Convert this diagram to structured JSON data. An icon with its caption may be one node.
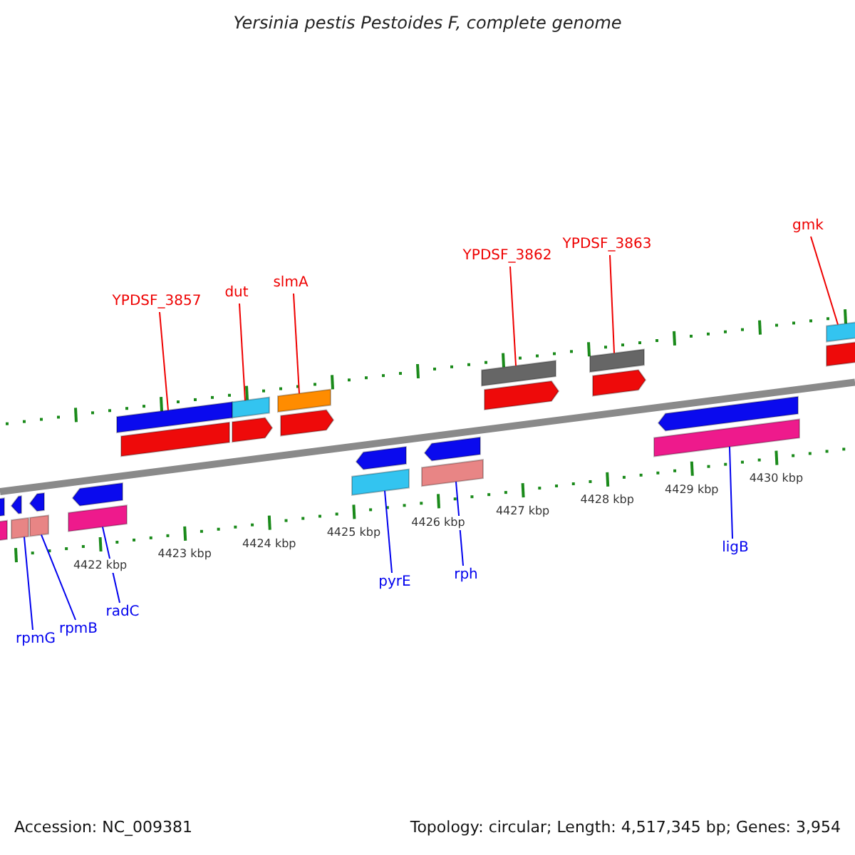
{
  "diagram": {
    "title": "Yersinia pestis Pestoides F, complete genome",
    "nodes": [
      {
        "text": [
          "YPDSF_3857"
        ]
      },
      {
        "text": [
          "dut"
        ]
      },
      {
        "text": [
          "slmA"
        ]
      },
      {
        "text": [
          "YPDSF_3862"
        ]
      },
      {
        "text": [
          "YPDSF_3863"
        ]
      },
      {
        "text": [
          "gmk"
        ]
      },
      {
        "text": [
          "rpmG"
        ]
      },
      {
        "text": [
          "rpmB"
        ]
      },
      {
        "text": [
          "radC"
        ]
      },
      {
        "text": [
          "pyrE"
        ]
      },
      {
        "text": [
          "rph"
        ]
      },
      {
        "text": [
          "ligB"
        ]
      },
      {
        "text": [],
        "shape": "bar"
      },
      {
        "text": [],
        "shape": "bar"
      },
      {
        "text": [],
        "shape": "bar"
      },
      {
        "text": [],
        "shape": "bar"
      },
      {
        "text": [],
        "shape": "bar"
      },
      {
        "text": [],
        "shape": "bar"
      },
      {
        "text": [],
        "shape": "bar"
      },
      {
        "text": [],
        "shape": "pentagon"
      },
      {
        "text": [],
        "shape": "pentagon"
      },
      {
        "text": [],
        "shape": "pentagon"
      },
      {
        "text": [],
        "shape": "pentagon"
      },
      {
        "text": [],
        "shape": "bar"
      },
      {
        "text": [],
        "shape": "pentagon"
      },
      {
        "text": [],
        "shape": "pentagon"
      },
      {
        "text": [],
        "shape": "pentagon"
      },
      {
        "text": [],
        "shape": "pentagon"
      },
      {
        "text": [],
        "shape": "pentagon"
      },
      {
        "text": [],
        "shape": "pentagon"
      },
      {
        "text": [],
        "shape": "pentagon"
      },
      {
        "text": [],
        "shape": "bar"
      },
      {
        "text": [],
        "shape": "bar"
      },
      {
        "text": [],
        "shape": "bar"
      },
      {
        "text": [],
        "shape": "bar"
      },
      {
        "text": [],
        "shape": "bar"
      },
      {
        "text": [],
        "shape": "bar"
      },
      {
        "text": [],
        "shape": "bar"
      }
    ],
    "edges": [
      {
        "from": 0,
        "to": 12,
        "arrow": "none"
      },
      {
        "from": 1,
        "to": 13,
        "arrow": "none"
      },
      {
        "from": 2,
        "to": 14,
        "arrow": "none"
      },
      {
        "from": 3,
        "to": 15,
        "arrow": "none"
      },
      {
        "from": 4,
        "to": 16,
        "arrow": "none"
      },
      {
        "from": 5,
        "to": 17,
        "arrow": "none"
      },
      {
        "from": 6,
        "to": 32,
        "arrow": "none",
        "color": "#0000ee"
      },
      {
        "from": 7,
        "to": 33,
        "arrow": "none",
        "color": "#0000ee"
      },
      {
        "from": 8,
        "to": 34,
        "arrow": "none",
        "color": "#0000ee"
      },
      {
        "from": 9,
        "to": 35,
        "arrow": "none",
        "color": "#0000ee"
      },
      {
        "from": 10,
        "to": 36,
        "arrow": "none",
        "color": "#0000ee"
      },
      {
        "from": 11,
        "to": 37,
        "arrow": "none",
        "color": "#0000ee"
      }
    ],
    "labels": [
      "4422 kbp",
      "4423 kbp",
      "4424 kbp",
      "4425 kbp",
      "4426 kbp",
      "4427 kbp",
      "4428 kbp",
      "4429 kbp",
      "4430 kbp",
      "Accession: NC_009381",
      "Topology: circular; Length: 4,517,345 bp; Genes: 3,954"
    ]
  }
}
